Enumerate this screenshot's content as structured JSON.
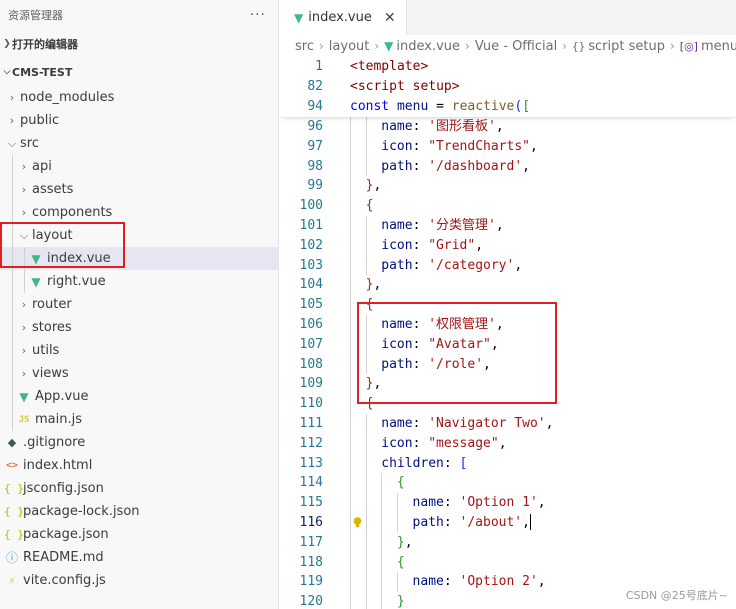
{
  "sidebar": {
    "title": "资源管理器",
    "more": "···",
    "open_editors": "打开的编辑器",
    "project": "CMS-TEST",
    "items": [
      {
        "label": "node_modules",
        "type": "folder",
        "depth": 1,
        "expanded": false
      },
      {
        "label": "public",
        "type": "folder",
        "depth": 1,
        "expanded": false
      },
      {
        "label": "src",
        "type": "folder",
        "depth": 1,
        "expanded": true
      },
      {
        "label": "api",
        "type": "folder",
        "depth": 2,
        "expanded": false
      },
      {
        "label": "assets",
        "type": "folder",
        "depth": 2,
        "expanded": false
      },
      {
        "label": "components",
        "type": "folder",
        "depth": 2,
        "expanded": false
      },
      {
        "label": "layout",
        "type": "folder",
        "depth": 2,
        "expanded": true
      },
      {
        "label": "index.vue",
        "type": "vue",
        "depth": 3,
        "selected": true
      },
      {
        "label": "right.vue",
        "type": "vue",
        "depth": 3
      },
      {
        "label": "router",
        "type": "folder",
        "depth": 2,
        "expanded": false
      },
      {
        "label": "stores",
        "type": "folder",
        "depth": 2,
        "expanded": false
      },
      {
        "label": "utils",
        "type": "folder",
        "depth": 2,
        "expanded": false
      },
      {
        "label": "views",
        "type": "folder",
        "depth": 2,
        "expanded": false
      },
      {
        "label": "App.vue",
        "type": "vue",
        "depth": 2
      },
      {
        "label": "main.js",
        "type": "js",
        "depth": 2
      },
      {
        "label": ".gitignore",
        "type": "git",
        "depth": 1
      },
      {
        "label": "index.html",
        "type": "html",
        "depth": 1
      },
      {
        "label": "jsconfig.json",
        "type": "json",
        "depth": 1
      },
      {
        "label": "package-lock.json",
        "type": "json",
        "depth": 1
      },
      {
        "label": "package.json",
        "type": "json",
        "depth": 1
      },
      {
        "label": "README.md",
        "type": "info",
        "depth": 1
      },
      {
        "label": "vite.config.js",
        "type": "vite",
        "depth": 1
      }
    ]
  },
  "editor": {
    "tab": {
      "label": "index.vue",
      "close": "✕"
    },
    "breadcrumb": [
      "src",
      "layout",
      "index.vue",
      "Vue - Official",
      "script setup",
      "menu"
    ],
    "sticky_lines": [
      {
        "num": "1",
        "tokens": [
          {
            "t": "<template>",
            "c": "tag"
          }
        ]
      },
      {
        "num": "82",
        "tokens": [
          {
            "t": "<",
            "c": "tag"
          },
          {
            "t": "script",
            "c": "tag"
          },
          {
            "t": " ",
            "c": "p"
          },
          {
            "t": "setup",
            "c": "tag"
          },
          {
            "t": ">",
            "c": "tag"
          }
        ]
      },
      {
        "num": "94",
        "tokens": [
          {
            "t": "const",
            "c": "kw"
          },
          {
            "t": " ",
            "c": "p"
          },
          {
            "t": "menu",
            "c": "prop"
          },
          {
            "t": " = ",
            "c": "p"
          },
          {
            "t": "reactive",
            "c": "fn"
          },
          {
            "t": "(",
            "c": "b1"
          },
          {
            "t": "[",
            "c": "b2"
          }
        ]
      }
    ],
    "code_lines": [
      {
        "num": "96",
        "indent": 4,
        "tokens": [
          {
            "t": "name",
            "c": "prop"
          },
          {
            "t": ": ",
            "c": "p"
          },
          {
            "t": "'图形看板'",
            "c": "str"
          },
          {
            "t": ",",
            "c": "p"
          }
        ]
      },
      {
        "num": "97",
        "indent": 4,
        "tokens": [
          {
            "t": "icon",
            "c": "prop"
          },
          {
            "t": ": ",
            "c": "p"
          },
          {
            "t": "\"TrendCharts\"",
            "c": "str"
          },
          {
            "t": ",",
            "c": "p"
          }
        ]
      },
      {
        "num": "98",
        "indent": 4,
        "tokens": [
          {
            "t": "path",
            "c": "prop"
          },
          {
            "t": ": ",
            "c": "p"
          },
          {
            "t": "'/dashboard'",
            "c": "str"
          },
          {
            "t": ",",
            "c": "p"
          }
        ]
      },
      {
        "num": "99",
        "indent": 2,
        "tokens": [
          {
            "t": "}",
            "c": "b3"
          },
          {
            "t": ",",
            "c": "p"
          }
        ]
      },
      {
        "num": "100",
        "indent": 2,
        "tokens": [
          {
            "t": "{",
            "c": "b3"
          }
        ]
      },
      {
        "num": "101",
        "indent": 4,
        "tokens": [
          {
            "t": "name",
            "c": "prop"
          },
          {
            "t": ": ",
            "c": "p"
          },
          {
            "t": "'分类管理'",
            "c": "str"
          },
          {
            "t": ",",
            "c": "p"
          }
        ]
      },
      {
        "num": "102",
        "indent": 4,
        "tokens": [
          {
            "t": "icon",
            "c": "prop"
          },
          {
            "t": ": ",
            "c": "p"
          },
          {
            "t": "\"Grid\"",
            "c": "str"
          },
          {
            "t": ",",
            "c": "p"
          }
        ]
      },
      {
        "num": "103",
        "indent": 4,
        "tokens": [
          {
            "t": "path",
            "c": "prop"
          },
          {
            "t": ": ",
            "c": "p"
          },
          {
            "t": "'/category'",
            "c": "str"
          },
          {
            "t": ",",
            "c": "p"
          }
        ]
      },
      {
        "num": "104",
        "indent": 2,
        "tokens": [
          {
            "t": "}",
            "c": "b3"
          },
          {
            "t": ",",
            "c": "p"
          }
        ]
      },
      {
        "num": "105",
        "indent": 2,
        "tokens": [
          {
            "t": "{",
            "c": "b3"
          }
        ]
      },
      {
        "num": "106",
        "indent": 4,
        "tokens": [
          {
            "t": "name",
            "c": "prop"
          },
          {
            "t": ": ",
            "c": "p"
          },
          {
            "t": "'权限管理'",
            "c": "str"
          },
          {
            "t": ",",
            "c": "p"
          }
        ]
      },
      {
        "num": "107",
        "indent": 4,
        "tokens": [
          {
            "t": "icon",
            "c": "prop"
          },
          {
            "t": ": ",
            "c": "p"
          },
          {
            "t": "\"Avatar\"",
            "c": "str"
          },
          {
            "t": ",",
            "c": "p"
          }
        ]
      },
      {
        "num": "108",
        "indent": 4,
        "tokens": [
          {
            "t": "path",
            "c": "prop"
          },
          {
            "t": ": ",
            "c": "p"
          },
          {
            "t": "'/role'",
            "c": "str"
          },
          {
            "t": ",",
            "c": "p"
          }
        ]
      },
      {
        "num": "109",
        "indent": 2,
        "tokens": [
          {
            "t": "}",
            "c": "b3"
          },
          {
            "t": ",",
            "c": "p"
          }
        ]
      },
      {
        "num": "110",
        "indent": 2,
        "tokens": [
          {
            "t": "{",
            "c": "b3"
          }
        ]
      },
      {
        "num": "111",
        "indent": 4,
        "tokens": [
          {
            "t": "name",
            "c": "prop"
          },
          {
            "t": ": ",
            "c": "p"
          },
          {
            "t": "'Navigator Two'",
            "c": "str"
          },
          {
            "t": ",",
            "c": "p"
          }
        ]
      },
      {
        "num": "112",
        "indent": 4,
        "tokens": [
          {
            "t": "icon",
            "c": "prop"
          },
          {
            "t": ": ",
            "c": "p"
          },
          {
            "t": "\"message\"",
            "c": "str"
          },
          {
            "t": ",",
            "c": "p"
          }
        ]
      },
      {
        "num": "113",
        "indent": 4,
        "tokens": [
          {
            "t": "children",
            "c": "prop"
          },
          {
            "t": ": ",
            "c": "p"
          },
          {
            "t": "[",
            "c": "b1"
          }
        ]
      },
      {
        "num": "114",
        "indent": 6,
        "tokens": [
          {
            "t": "{",
            "c": "b2"
          }
        ]
      },
      {
        "num": "115",
        "indent": 8,
        "tokens": [
          {
            "t": "name",
            "c": "prop"
          },
          {
            "t": ": ",
            "c": "p"
          },
          {
            "t": "'Option 1'",
            "c": "str"
          },
          {
            "t": ",",
            "c": "p"
          }
        ]
      },
      {
        "num": "116",
        "indent": 8,
        "current": true,
        "bulb": true,
        "tokens": [
          {
            "t": "path",
            "c": "prop"
          },
          {
            "t": ": ",
            "c": "p"
          },
          {
            "t": "'/about'",
            "c": "str"
          },
          {
            "t": ",",
            "c": "p"
          }
        ]
      },
      {
        "num": "117",
        "indent": 6,
        "tokens": [
          {
            "t": "}",
            "c": "b2"
          },
          {
            "t": ",",
            "c": "p"
          }
        ]
      },
      {
        "num": "118",
        "indent": 6,
        "tokens": [
          {
            "t": "{",
            "c": "b2"
          }
        ]
      },
      {
        "num": "119",
        "indent": 8,
        "tokens": [
          {
            "t": "name",
            "c": "prop"
          },
          {
            "t": ": ",
            "c": "p"
          },
          {
            "t": "'Option 2'",
            "c": "str"
          },
          {
            "t": ",",
            "c": "p"
          }
        ]
      },
      {
        "num": "120",
        "indent": 6,
        "tokens": [
          {
            "t": "}",
            "c": "b2"
          }
        ]
      }
    ]
  },
  "watermark": "CSDN @25号底片~",
  "colors": {
    "highlight_box": "#e02020",
    "vue_green": "#41b883",
    "selection": "#e4e6f1"
  }
}
